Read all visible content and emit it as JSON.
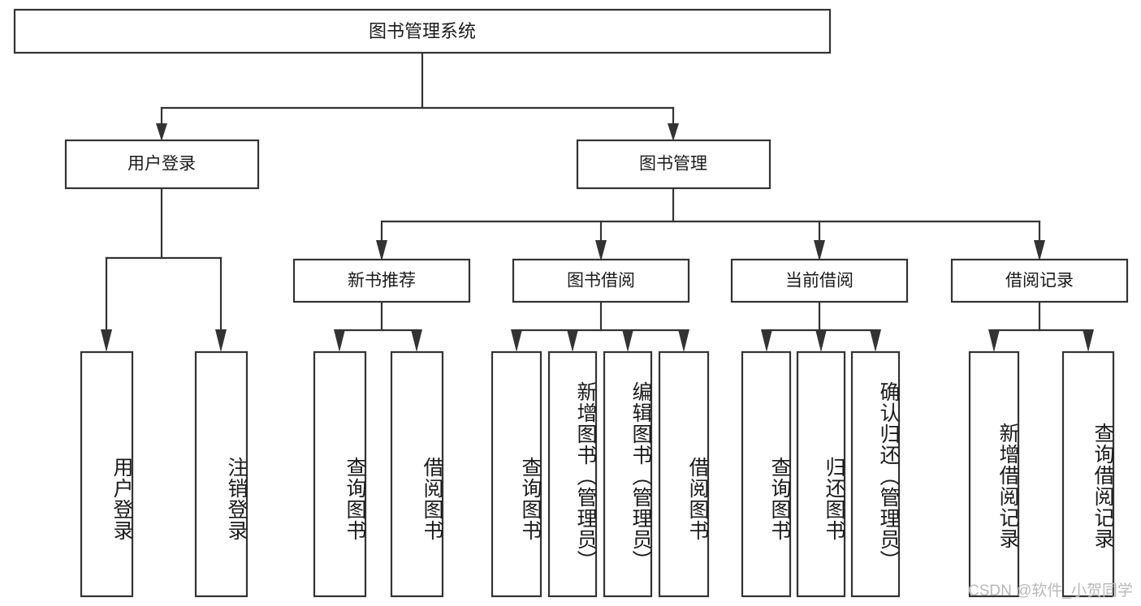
{
  "diagram": {
    "title": "图书管理系统",
    "watermark": "CSDN @软件_小贺同学",
    "colors": {
      "stroke": "#333333",
      "fill": "#ffffff",
      "text": "#1a1a1a",
      "watermark": "#b8b8b8"
    },
    "levels": {
      "root": {
        "label": "图书管理系统"
      },
      "level2": [
        {
          "label": "用户登录"
        },
        {
          "label": "图书管理"
        }
      ],
      "level3": [
        {
          "label": "新书推荐"
        },
        {
          "label": "图书借阅"
        },
        {
          "label": "当前借阅"
        },
        {
          "label": "借阅记录"
        }
      ],
      "leaves": [
        {
          "label": "用户登录",
          "parent": "用户登录"
        },
        {
          "label": "注销登录",
          "parent": "用户登录"
        },
        {
          "label": "查询图书",
          "parent": "新书推荐"
        },
        {
          "label": "借阅图书",
          "parent": "新书推荐"
        },
        {
          "label": "查询图书",
          "parent": "图书借阅"
        },
        {
          "label": "新增图书（管理员）",
          "parent": "图书借阅"
        },
        {
          "label": "编辑图书（管理员）",
          "parent": "图书借阅"
        },
        {
          "label": "借阅图书",
          "parent": "图书借阅"
        },
        {
          "label": "查询图书",
          "parent": "当前借阅"
        },
        {
          "label": "归还图书",
          "parent": "当前借阅"
        },
        {
          "label": "确认归还（管理员）",
          "parent": "当前借阅"
        },
        {
          "label": "新增借阅记录",
          "parent": "借阅记录"
        },
        {
          "label": "查询借阅记录",
          "parent": "借阅记录"
        }
      ]
    }
  }
}
